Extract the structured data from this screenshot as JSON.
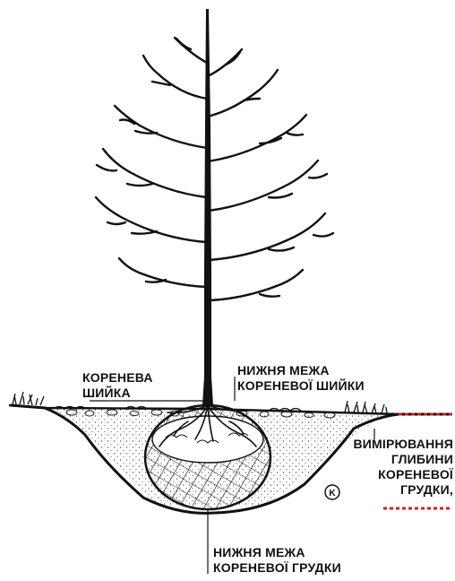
{
  "labels": {
    "root_collar": [
      "КОРЕНЕВА",
      "ШИЙКА"
    ],
    "collar_lower_bound": [
      "НИЖНЯ МЕЖА",
      "КОРЕНЕВОЇ ШИЙКИ"
    ],
    "depth_measurement": [
      "ВИМІРЮВАННЯ",
      "ГЛИБИНИ",
      "КОРЕНЕВОЇ",
      "ГРУДКИ,"
    ],
    "rootball_lower_bound": [
      "НИЖНЯ МЕЖА",
      "КОРЕНЕВОЇ ГРУДКИ"
    ]
  },
  "copyright_mark": "K",
  "colors": {
    "ink": "#111111",
    "measure": "#d0201e",
    "paper": "#ffffff"
  }
}
